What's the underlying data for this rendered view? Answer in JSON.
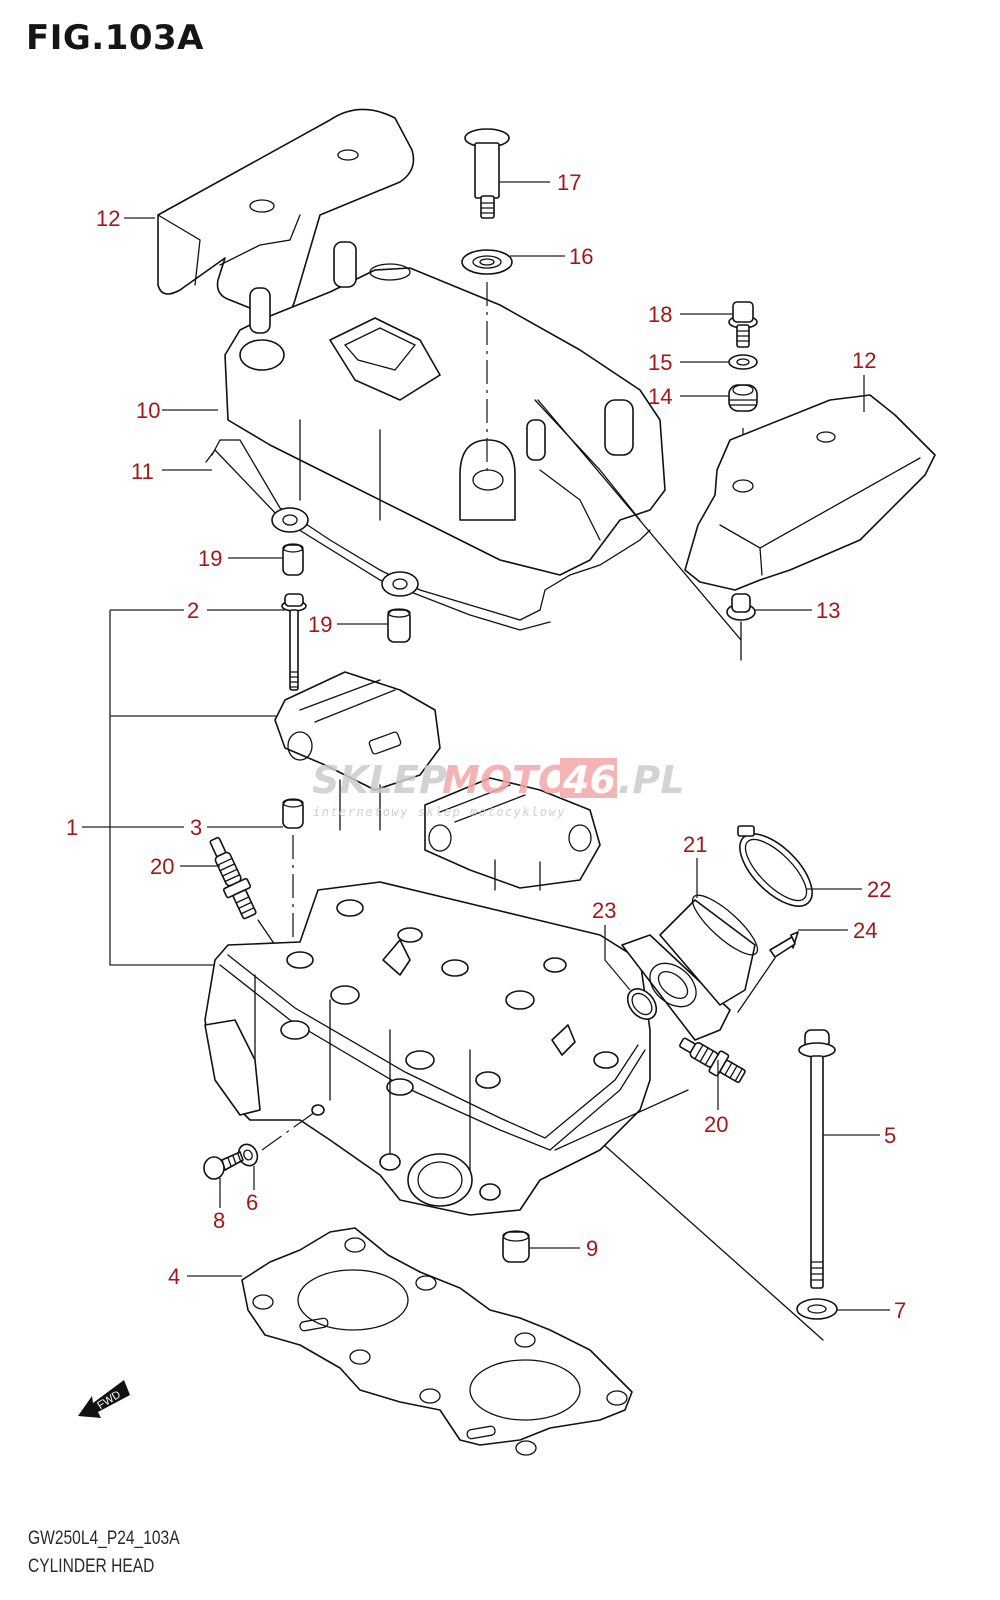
{
  "figure": {
    "title": "FIG.103A",
    "code": "GW250L4_P24_103A",
    "name": "CYLINDER HEAD"
  },
  "colors": {
    "callout": "#a01818",
    "line": "#111111",
    "watermark_gray": "#c8c8c8",
    "watermark_red": "#f2a0a0"
  },
  "watermark": {
    "part1": "SKLEP",
    "part2": "MOTO",
    "part3": "46",
    "suffix": ".PL",
    "tagline": "internetowy sklep motocyklowy"
  },
  "fwd_arrow": {
    "label": "FWD"
  },
  "callouts": [
    {
      "id": "c1",
      "label": "1"
    },
    {
      "id": "c2",
      "label": "2"
    },
    {
      "id": "c3",
      "label": "3"
    },
    {
      "id": "c4",
      "label": "4"
    },
    {
      "id": "c5",
      "label": "5"
    },
    {
      "id": "c6",
      "label": "6"
    },
    {
      "id": "c7",
      "label": "7"
    },
    {
      "id": "c8",
      "label": "8"
    },
    {
      "id": "c9",
      "label": "9"
    },
    {
      "id": "c10",
      "label": "10"
    },
    {
      "id": "c11",
      "label": "11"
    },
    {
      "id": "c12a",
      "label": "12"
    },
    {
      "id": "c12b",
      "label": "12"
    },
    {
      "id": "c13",
      "label": "13"
    },
    {
      "id": "c14",
      "label": "14"
    },
    {
      "id": "c15",
      "label": "15"
    },
    {
      "id": "c16",
      "label": "16"
    },
    {
      "id": "c17",
      "label": "17"
    },
    {
      "id": "c18",
      "label": "18"
    },
    {
      "id": "c19a",
      "label": "19"
    },
    {
      "id": "c19b",
      "label": "19"
    },
    {
      "id": "c20a",
      "label": "20"
    },
    {
      "id": "c20b",
      "label": "20"
    },
    {
      "id": "c21",
      "label": "21"
    },
    {
      "id": "c22",
      "label": "22"
    },
    {
      "id": "c23",
      "label": "23"
    },
    {
      "id": "c24",
      "label": "24"
    }
  ]
}
